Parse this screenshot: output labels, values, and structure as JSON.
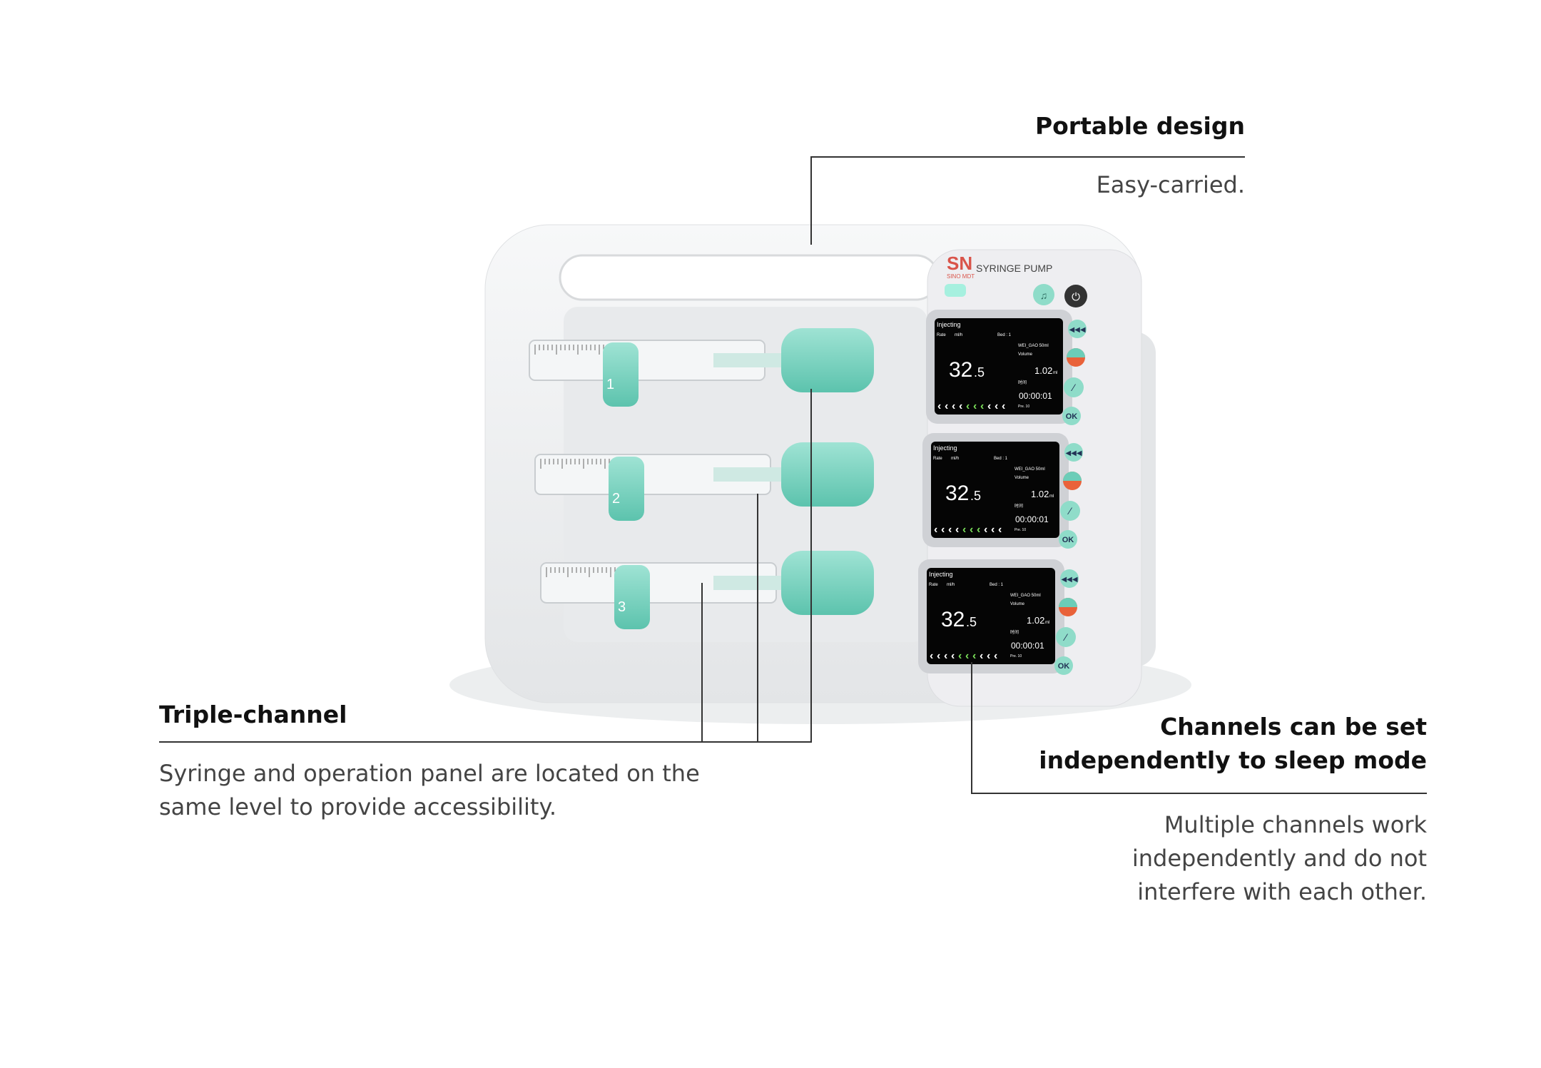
{
  "features": {
    "portable": {
      "title": "Portable design",
      "text": "Easy-carried."
    },
    "triple": {
      "title": "Triple-channel",
      "text_lines": [
        "Syringe and operation panel are located on the",
        "same level to provide accessibility."
      ]
    },
    "sleep": {
      "title_lines": [
        "Channels can be set",
        "independently to sleep mode"
      ],
      "text_lines": [
        "Multiple channels work",
        "independently and do not",
        "interfere with each other."
      ]
    }
  },
  "device": {
    "brand": "SN",
    "brand_sub": "SINO MDT",
    "model": "SYRINGE PUMP",
    "accent": "#7fd8c6",
    "channels": [
      {
        "number": "1",
        "status": "Injecting",
        "rate_label": "Rate",
        "rate_unit": "ml/h",
        "bed": "Bed : 1",
        "drug": "WEI_GAO 50ml",
        "volume_label": "Volume",
        "rate_int": "32",
        "rate_dec": ".5",
        "volume": "1.02",
        "volume_unit": "ml",
        "time_label": "时间",
        "time": "00:00:01",
        "pressure": "Pre. 10",
        "ok": "OK"
      },
      {
        "number": "2",
        "status": "Injecting",
        "rate_label": "Rate",
        "rate_unit": "ml/h",
        "bed": "Bed : 1",
        "drug": "WEI_GAO 50ml",
        "volume_label": "Volume",
        "rate_int": "32",
        "rate_dec": ".5",
        "volume": "1.02",
        "volume_unit": "ml",
        "time_label": "时间",
        "time": "00:00:01",
        "pressure": "Pre. 10",
        "ok": "OK"
      },
      {
        "number": "3",
        "status": "Injecting",
        "rate_label": "Rate",
        "rate_unit": "ml/h",
        "bed": "Bed : 1",
        "drug": "WEI_GAO 50ml",
        "volume_label": "Volume",
        "rate_int": "32",
        "rate_dec": ".5",
        "volume": "1.02",
        "volume_unit": "ml",
        "time_label": "时间",
        "time": "00:00:01",
        "pressure": "Pre. 10",
        "ok": "OK"
      }
    ]
  }
}
